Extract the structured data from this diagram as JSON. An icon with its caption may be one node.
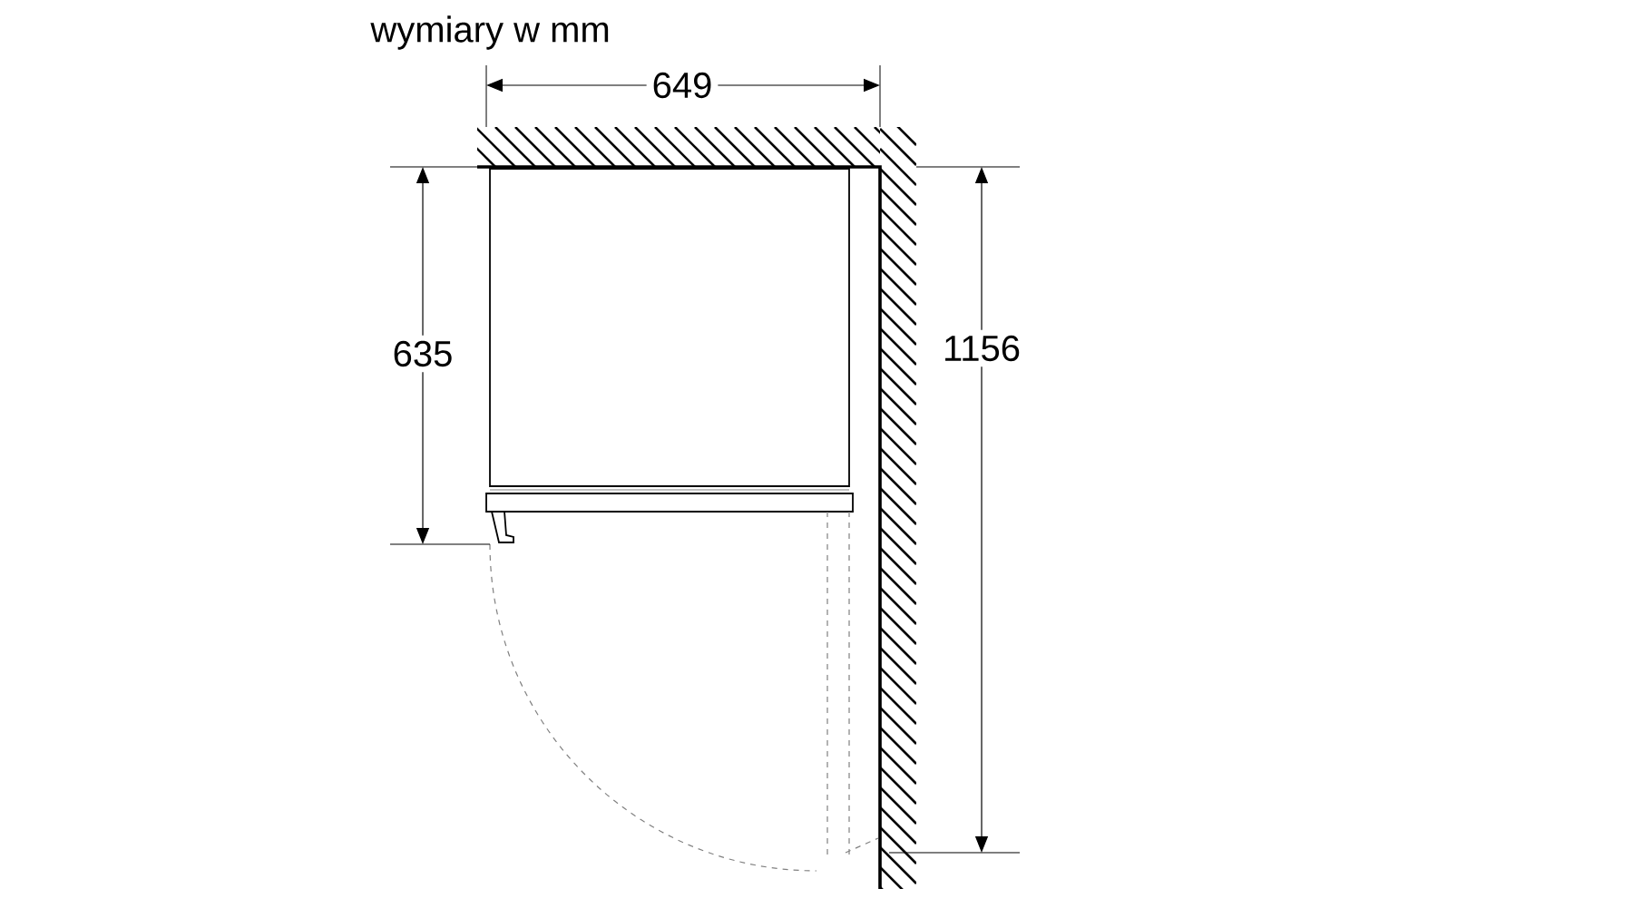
{
  "diagram": {
    "title": "wymiary w mm",
    "labels": [
      "649",
      "635",
      "1156"
    ]
  }
}
